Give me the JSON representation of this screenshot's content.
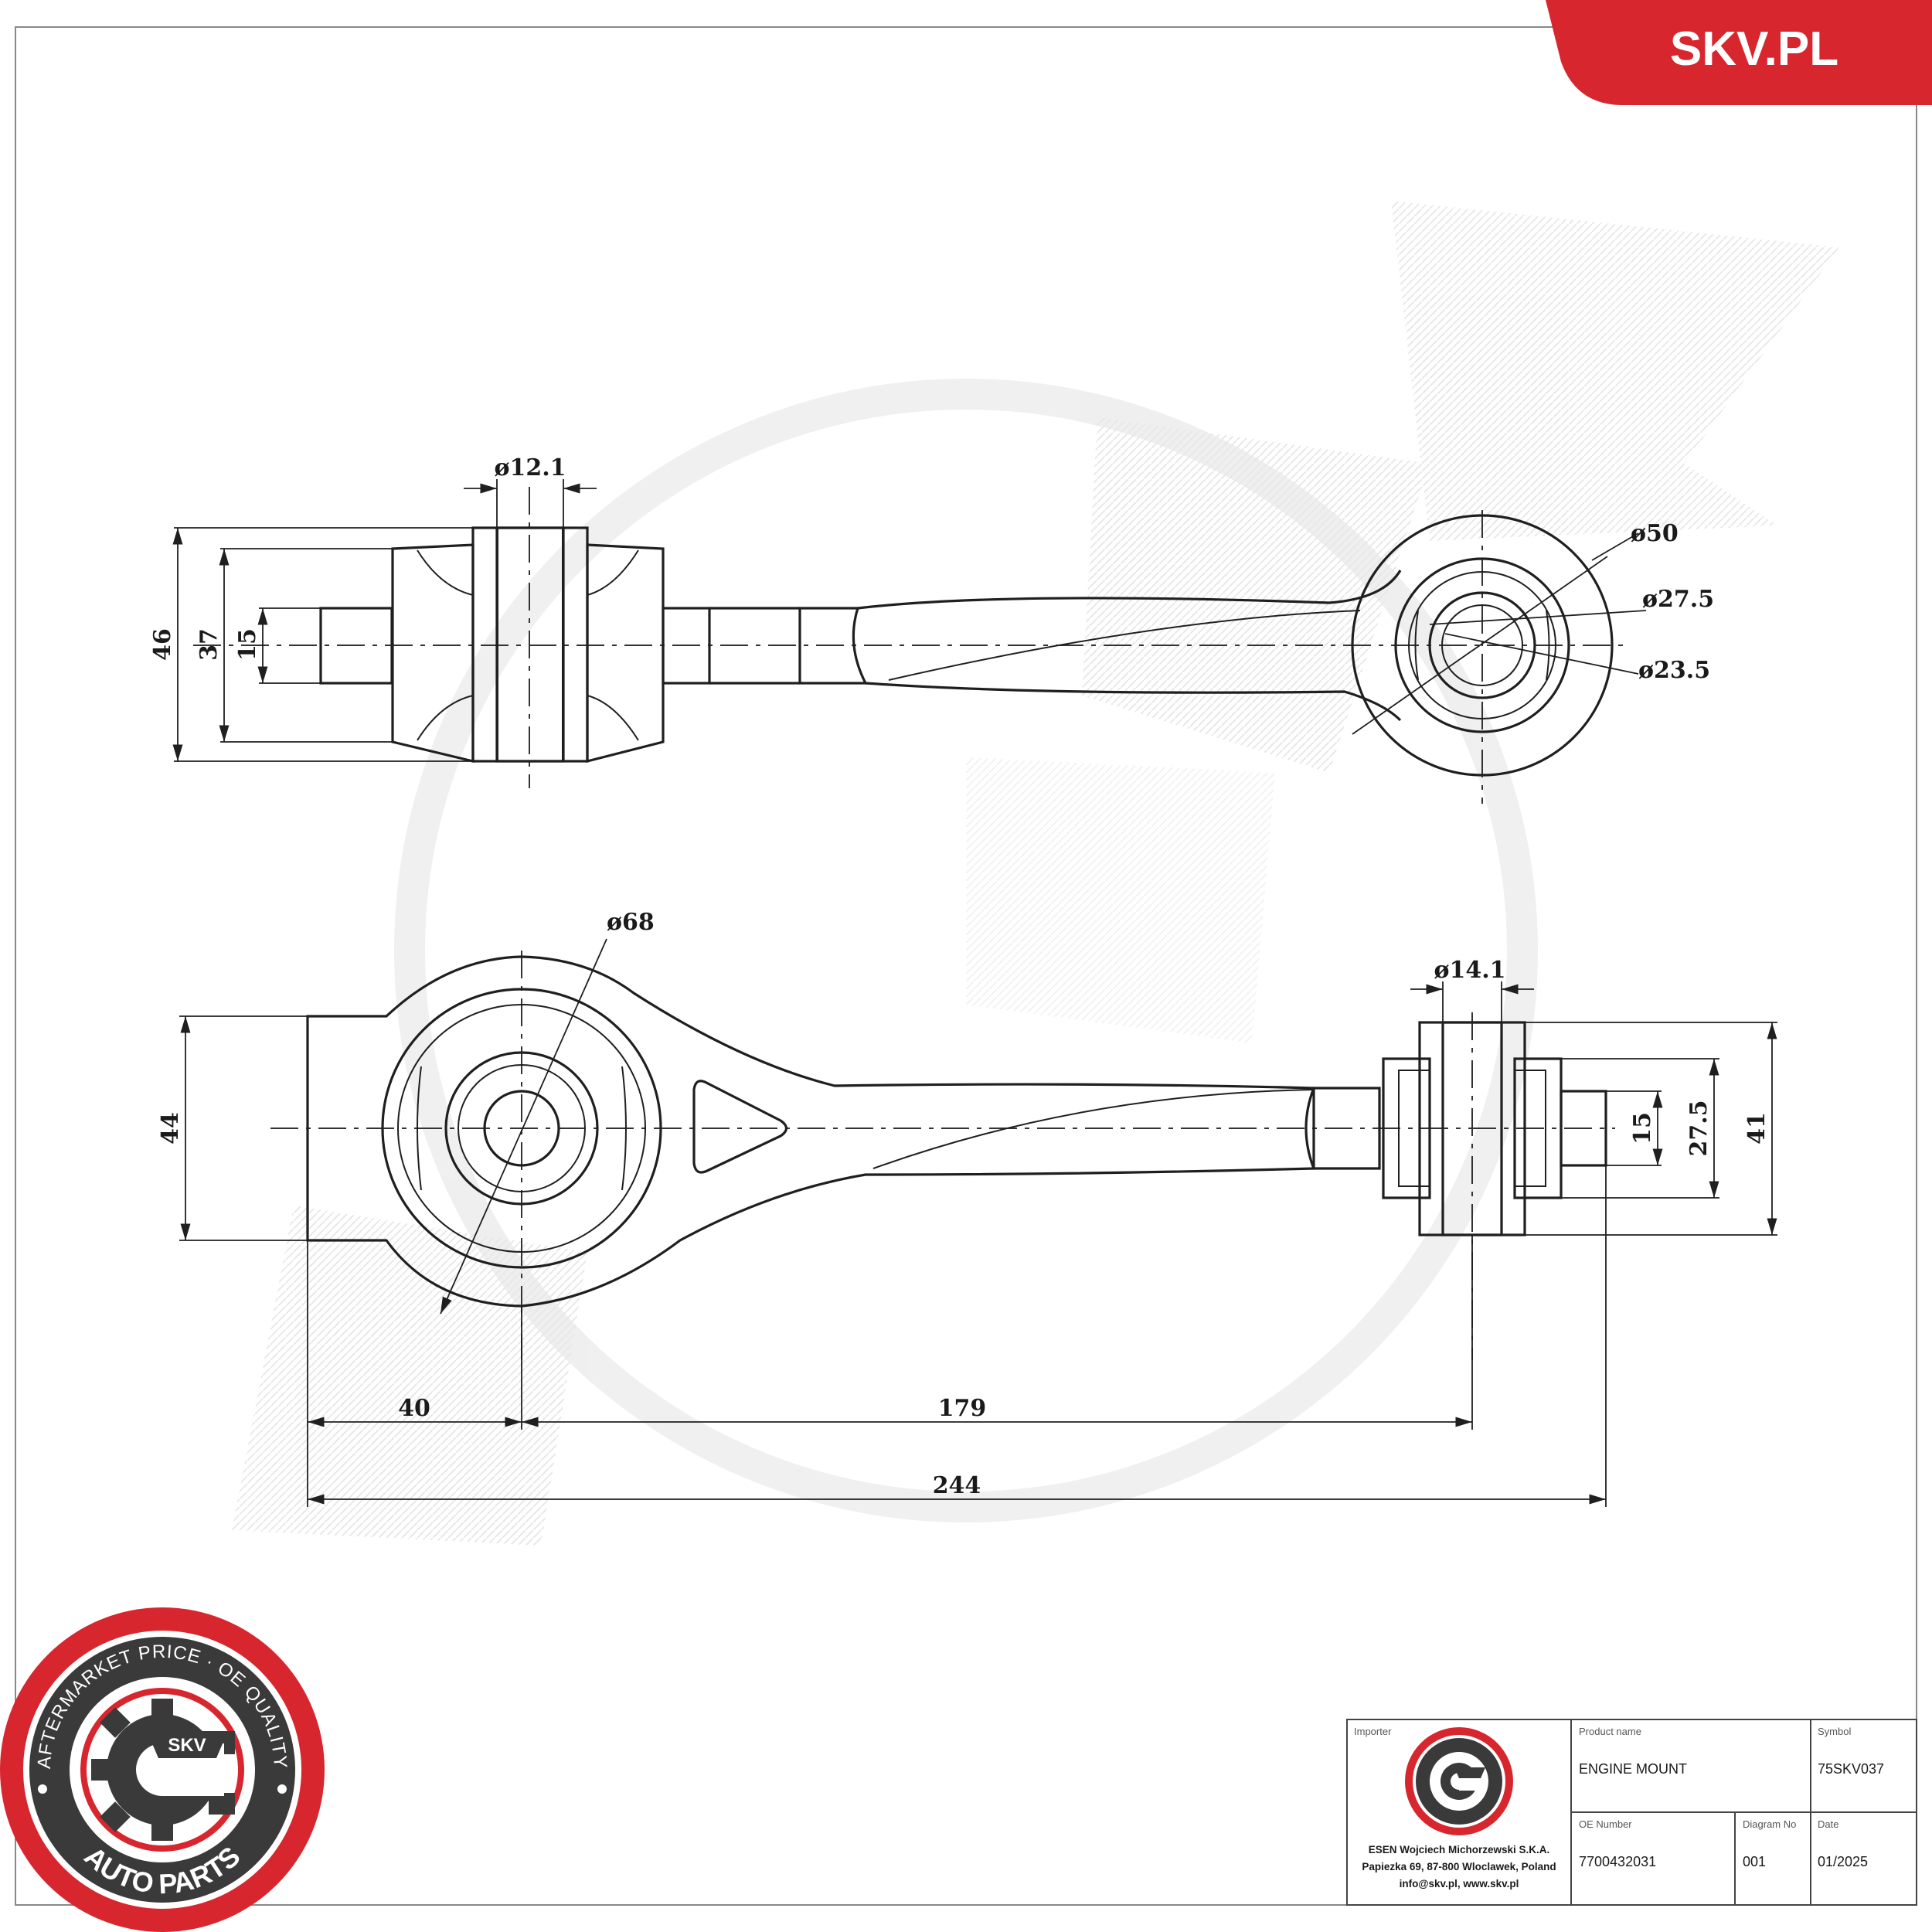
{
  "brand": {
    "site": "SKV.PL",
    "badge_ring_text": "AFTERMARKET PRICE · OE QUALITY",
    "badge_center": "SKV",
    "badge_bottom": "AUTO PARTS",
    "accent_color": "#d7262e"
  },
  "top_view": {
    "dim_bolt_dia": "ø12.1",
    "dim_outer_dia": "ø50",
    "dim_mid_dia": "ø27.5",
    "dim_inner_dia": "ø23.5",
    "dim_height_total": "46",
    "dim_height_bushing": "37",
    "dim_height_stud": "15"
  },
  "bottom_view": {
    "dim_eye_dia": "ø68",
    "dim_bolt_dia": "ø14.1",
    "dim_height_left": "44",
    "dim_height_stud": "15",
    "dim_height_bushing": "27.5",
    "dim_height_total": "41",
    "dim_offset": "40",
    "dim_center_distance": "179",
    "dim_overall_length": "244"
  },
  "title_block": {
    "importer_label": "Importer",
    "importer_name": "ESEN Wojciech Michorzewski S.K.A.",
    "importer_address": "Papiezka 69, 87-800 Wloclawek, Poland",
    "importer_contact": "info@skv.pl, www.skv.pl",
    "product_name_label": "Product name",
    "product_name": "ENGINE MOUNT",
    "symbol_label": "Symbol",
    "symbol": "75SKV037",
    "oe_number_label": "OE Number",
    "oe_number": "7700432031",
    "diagram_no_label": "Diagram No",
    "diagram_no": "001",
    "date_label": "Date",
    "date": "01/2025"
  }
}
